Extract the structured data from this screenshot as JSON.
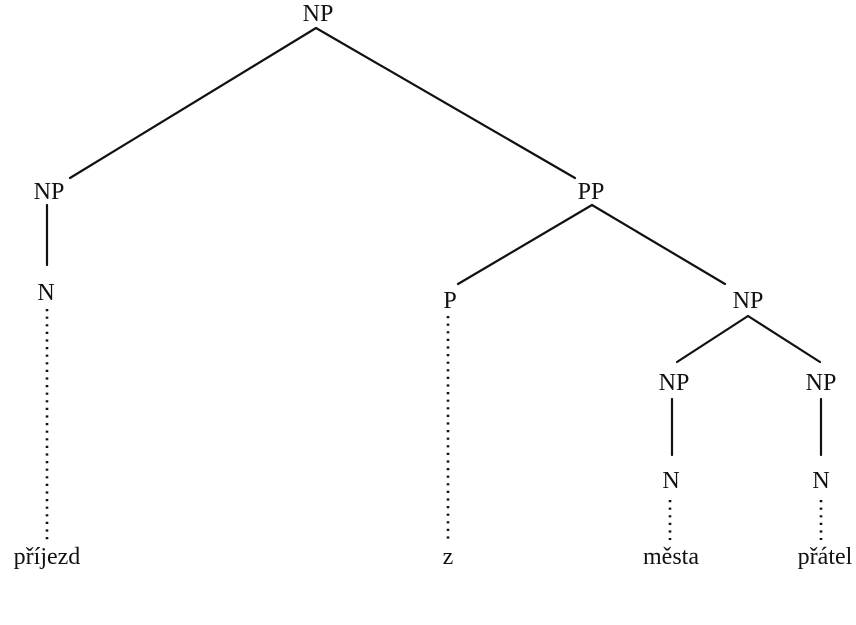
{
  "tree": {
    "nodes": {
      "root": "NP",
      "left_np": "NP",
      "left_n": "N",
      "pp": "PP",
      "p": "P",
      "right_np": "NP",
      "np_mesta": "NP",
      "np_pratel": "NP",
      "n_mesta": "N",
      "n_pratel": "N"
    },
    "words": {
      "prijezd": "příjezd",
      "z": "z",
      "mesta": "města",
      "pratel": "přátel"
    }
  }
}
